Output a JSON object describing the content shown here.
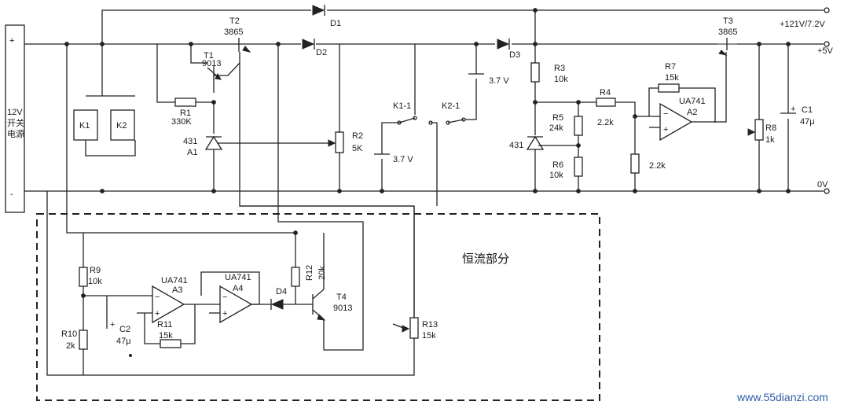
{
  "supply": {
    "line1": "12V",
    "line2": "开关",
    "line3": "电源",
    "plus": "+",
    "minus": "-"
  },
  "outputs": {
    "v1": "+121V/7.2V",
    "v2": "+5V",
    "v0": "0V"
  },
  "components": {
    "D1": "D1",
    "D2": "D2",
    "D3": "D3",
    "D4": "D4",
    "T1": {
      "name": "T1",
      "part": "9013"
    },
    "T2": {
      "name": "T2",
      "part": "3865"
    },
    "T3": {
      "name": "T3",
      "part": "3865"
    },
    "T4": {
      "name": "T4",
      "part": "9013"
    },
    "R1": {
      "name": "R1",
      "value": "330K"
    },
    "R2": {
      "name": "R2",
      "value": "5K"
    },
    "R3": {
      "name": "R3",
      "value": "10k"
    },
    "R4": {
      "name": "R4",
      "value": "2.2k"
    },
    "R5": {
      "name": "R5",
      "value": "24k"
    },
    "R6": {
      "name": "R6",
      "value": "10k"
    },
    "R7": {
      "name": "R7",
      "value": "15k"
    },
    "R8": {
      "name": "R8",
      "value": "1k"
    },
    "R9": {
      "name": "R9",
      "value": "10k"
    },
    "R10": {
      "name": "R10",
      "value": "2k"
    },
    "R11": {
      "name": "R11",
      "value": "15k"
    },
    "R12": {
      "name": "R12",
      "value": "20k"
    },
    "R13": {
      "name": "R13",
      "value": "15k"
    },
    "Rx": "2.2k",
    "C1": {
      "name": "C1",
      "value": "47μ"
    },
    "C2": {
      "name": "C2",
      "value": "47μ"
    },
    "A1": {
      "part": "431",
      "name": "A1"
    },
    "U431": "431",
    "A2": {
      "part": "UA741",
      "name": "A2"
    },
    "A3": {
      "part": "UA741",
      "name": "A3"
    },
    "A4": {
      "part": "UA741",
      "name": "A4"
    },
    "K1": "K1",
    "K2": "K2",
    "K1_1": "K1-1",
    "K2_1": "K2-1",
    "batt1": "3.7 V",
    "batt2": "3.7 V"
  },
  "section": {
    "constant_current": "恒流部分"
  },
  "watermark": "www.55dianzi.com"
}
